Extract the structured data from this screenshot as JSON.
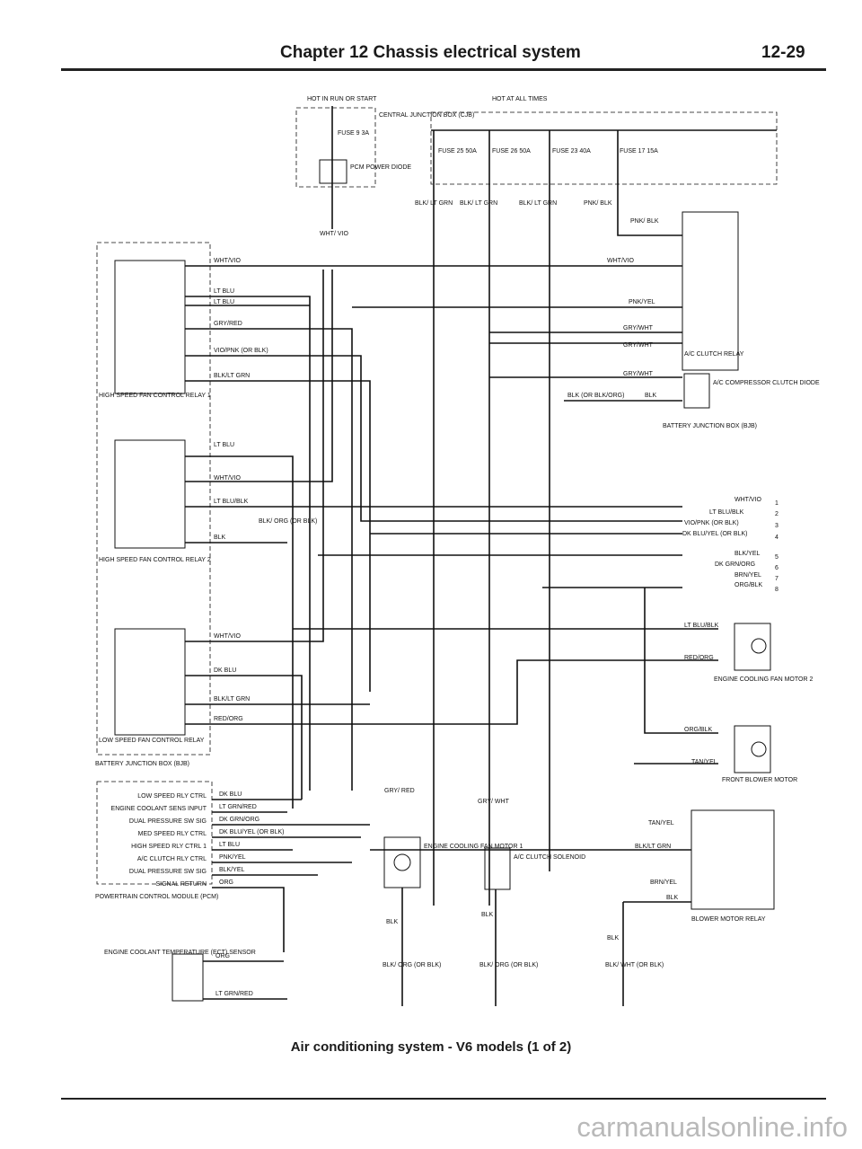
{
  "header": {
    "chapter_title": "Chapter 12 Chassis electrical system",
    "page_number": "12-29"
  },
  "caption": "Air conditioning system - V6 models (1 of 2)",
  "watermark": "carmanualsonline.info",
  "power": {
    "hot_run_start": "HOT IN RUN OR START",
    "hot_at_all_times": "HOT AT ALL TIMES",
    "cjb": "CENTRAL JUNCTION BOX (CJB)",
    "fuse_9": "FUSE 9 3A",
    "pcm_power_diode": "PCM POWER DIODE",
    "fuses": [
      "FUSE 25 50A",
      "FUSE 26 50A",
      "FUSE 23 40A",
      "FUSE 17 15A"
    ],
    "fuse_wires": [
      "BLK/ LT GRN",
      "BLK/ LT GRN",
      "BLK/ LT GRN",
      "PNK/ BLK"
    ],
    "wht_vio_short": "WHT/ VIO"
  },
  "labels": {
    "high1": "HIGH SPEED FAN CONTROL RELAY 1",
    "high2": "HIGH SPEED FAN CONTROL RELAY 2",
    "low": "LOW SPEED FAN CONTROL RELAY",
    "bjb_left": "BATTERY JUNCTION BOX (BJB)",
    "bjb_right": "BATTERY JUNCTION BOX (BJB)",
    "ac_clutch_relay": "A/C CLUTCH RELAY",
    "ac_compressor_diode": "A/C COMPRESSOR CLUTCH DIODE",
    "eng_fan2": "ENGINE COOLING FAN MOTOR 2",
    "front_blower": "FRONT BLOWER MOTOR",
    "blower_relay": "BLOWER MOTOR RELAY",
    "eng_fan1": "ENGINE COOLING FAN MOTOR 1",
    "ac_solenoid": "A/C CLUTCH SOLENOID",
    "pcm": "POWERTRAIN CONTROL MODULE (PCM)",
    "ect": "ENGINE COOLANT TEMPERATURE (ECT) SENSOR"
  },
  "pcm_pins": [
    "LOW SPEED RLY CTRL",
    "ENGINE COOLANT SENS INPUT",
    "DUAL PRESSURE SW SIG",
    "MED SPEED RLY CTRL",
    "HIGH SPEED RLY CTRL 1",
    "A/C CLUTCH RLY CTRL",
    "DUAL PRESSURE SW SIG",
    "SIGNAL RETURN"
  ],
  "pcm_wires": [
    "DK BLU",
    "LT GRN/RED",
    "DK GRN/ORG",
    "DK BLU/YEL (OR BLK)",
    "LT BLU",
    "PNK/YEL",
    "BLK/YEL",
    "ORG"
  ],
  "wires": {
    "r1": [
      "WHT/VIO",
      "LT BLU",
      "LT BLU",
      "GRY/RED",
      "VIO/PNK (OR BLK)",
      "BLK/LT GRN"
    ],
    "r2": [
      "LT BLU",
      "WHT/VIO",
      "LT BLU/BLK",
      "BLK",
      "BLK/ ORG (OR BLK)"
    ],
    "r3": [
      "WHT/VIO",
      "DK BLU",
      "BLK/LT GRN",
      "RED/ORG"
    ],
    "right_top": [
      "PNK/ BLK",
      "WHT/VIO",
      "PNK/YEL",
      "GRY/WHT",
      "GRY/WHT",
      "GRY/WHT",
      "BLK (OR BLK/ORG)",
      "BLK"
    ],
    "connector_wires": [
      "WHT/VIO",
      "LT BLU/BLK",
      "VIO/PNK (OR BLK)",
      "DK BLU/YEL (OR BLK)",
      "BLK/YEL",
      "DK GRN/ORG",
      "BRN/YEL",
      "ORG/BLK"
    ],
    "connector_pins": [
      "1",
      "2",
      "3",
      "4",
      "5",
      "6",
      "7",
      "8"
    ],
    "fan2": [
      "LT BLU/BLK",
      "RED/ORG"
    ],
    "blower": [
      "ORG/BLK",
      "TAN/YEL"
    ],
    "blower_relay": [
      "TAN/YEL",
      "BLK/LT GRN",
      "BRN/YEL",
      "BLK",
      "BLK"
    ],
    "mid": [
      "GRY/ RED",
      "GRY/ WHT",
      "BLK",
      "BLK"
    ],
    "ect": [
      "ORG",
      "LT GRN/RED"
    ],
    "grounds": [
      "BLK/ ORG (OR BLK)",
      "BLK/ ORG (OR BLK)",
      "BLK/ WHT (OR BLK)"
    ]
  }
}
